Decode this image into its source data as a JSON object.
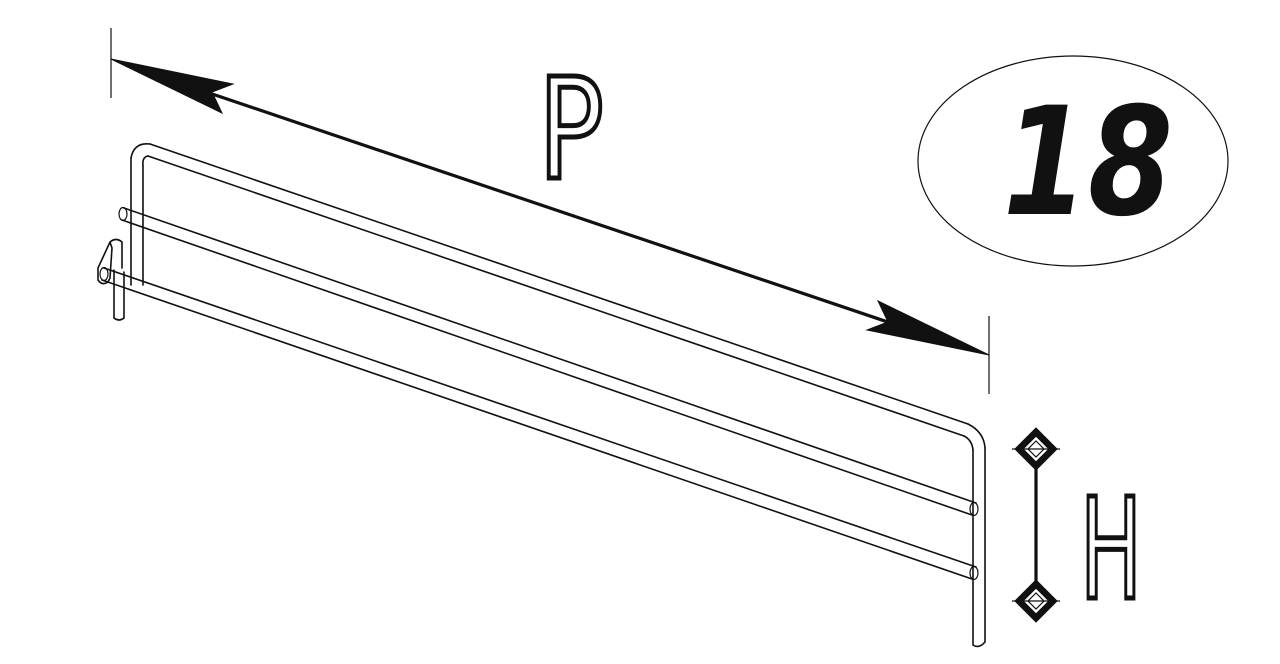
{
  "drawing": {
    "part_number": "18",
    "dimension_length_label": "P",
    "dimension_height_label": "H",
    "stroke_color": "#111111",
    "background_color": "#ffffff"
  }
}
